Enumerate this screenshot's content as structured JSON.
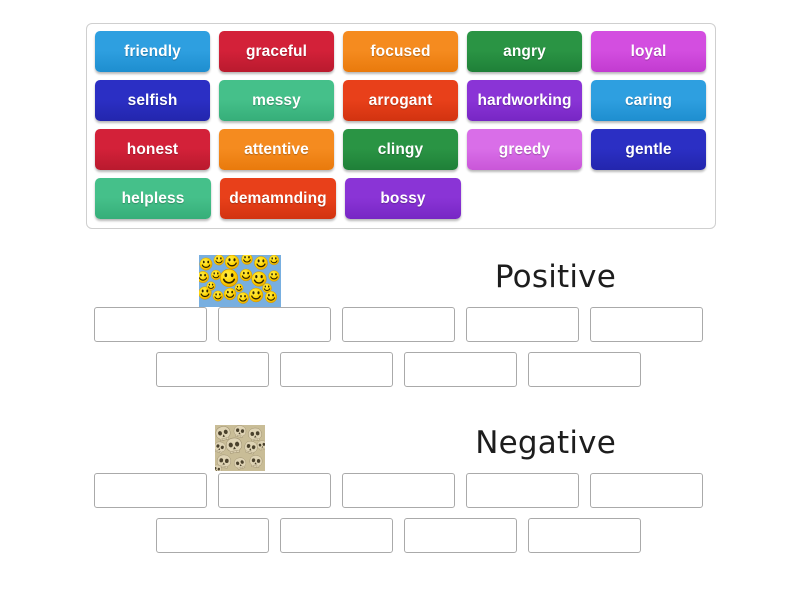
{
  "word_bank": {
    "name": "word-bank",
    "rows": [
      [
        {
          "label": "friendly",
          "color": "#2e9fe0",
          "color_dark": "#1e8ecf"
        },
        {
          "label": "graceful",
          "color": "#d32139",
          "color_dark": "#b91a2e"
        },
        {
          "label": "focused",
          "color": "#f58b1f",
          "color_dark": "#e97a0c"
        },
        {
          "label": "angry",
          "color": "#2a9444",
          "color_dark": "#1f8038"
        },
        {
          "label": "loyal",
          "color": "#d34ee0",
          "color_dark": "#c23bd0"
        }
      ],
      [
        {
          "label": "selfish",
          "color": "#2b2fc4",
          "color_dark": "#2326ad"
        },
        {
          "label": "messy",
          "color": "#45c08a",
          "color_dark": "#36ae79"
        },
        {
          "label": "arrogant",
          "color": "#e8401a",
          "color_dark": "#d23310"
        },
        {
          "label": "hardworking",
          "color": "#8a34d6",
          "color_dark": "#7726c4"
        },
        {
          "label": "caring",
          "color": "#2e9fe0",
          "color_dark": "#1e8ecf"
        }
      ],
      [
        {
          "label": "honest",
          "color": "#d32139",
          "color_dark": "#b91a2e"
        },
        {
          "label": "attentive",
          "color": "#f58b1f",
          "color_dark": "#e97a0c"
        },
        {
          "label": "clingy",
          "color": "#2a9444",
          "color_dark": "#1f8038"
        },
        {
          "label": "greedy",
          "color": "#d96ee8",
          "color_dark": "#c956d8"
        },
        {
          "label": "gentle",
          "color": "#2b2fc4",
          "color_dark": "#2326ad"
        }
      ],
      [
        {
          "label": "helpless",
          "color": "#45c08a",
          "color_dark": "#36ae79"
        },
        {
          "label": "demamnding",
          "color": "#e8401a",
          "color_dark": "#d23310"
        },
        {
          "label": "bossy",
          "color": "#8a34d6",
          "color_dark": "#7726c4"
        }
      ]
    ]
  },
  "categories": [
    {
      "title": "Positive",
      "image_name": "smiley-faces-image",
      "slots_row1": 5,
      "slots_row2": 4
    },
    {
      "title": "Negative",
      "image_name": "skulls-image",
      "slots_row1": 5,
      "slots_row2": 4
    }
  ]
}
